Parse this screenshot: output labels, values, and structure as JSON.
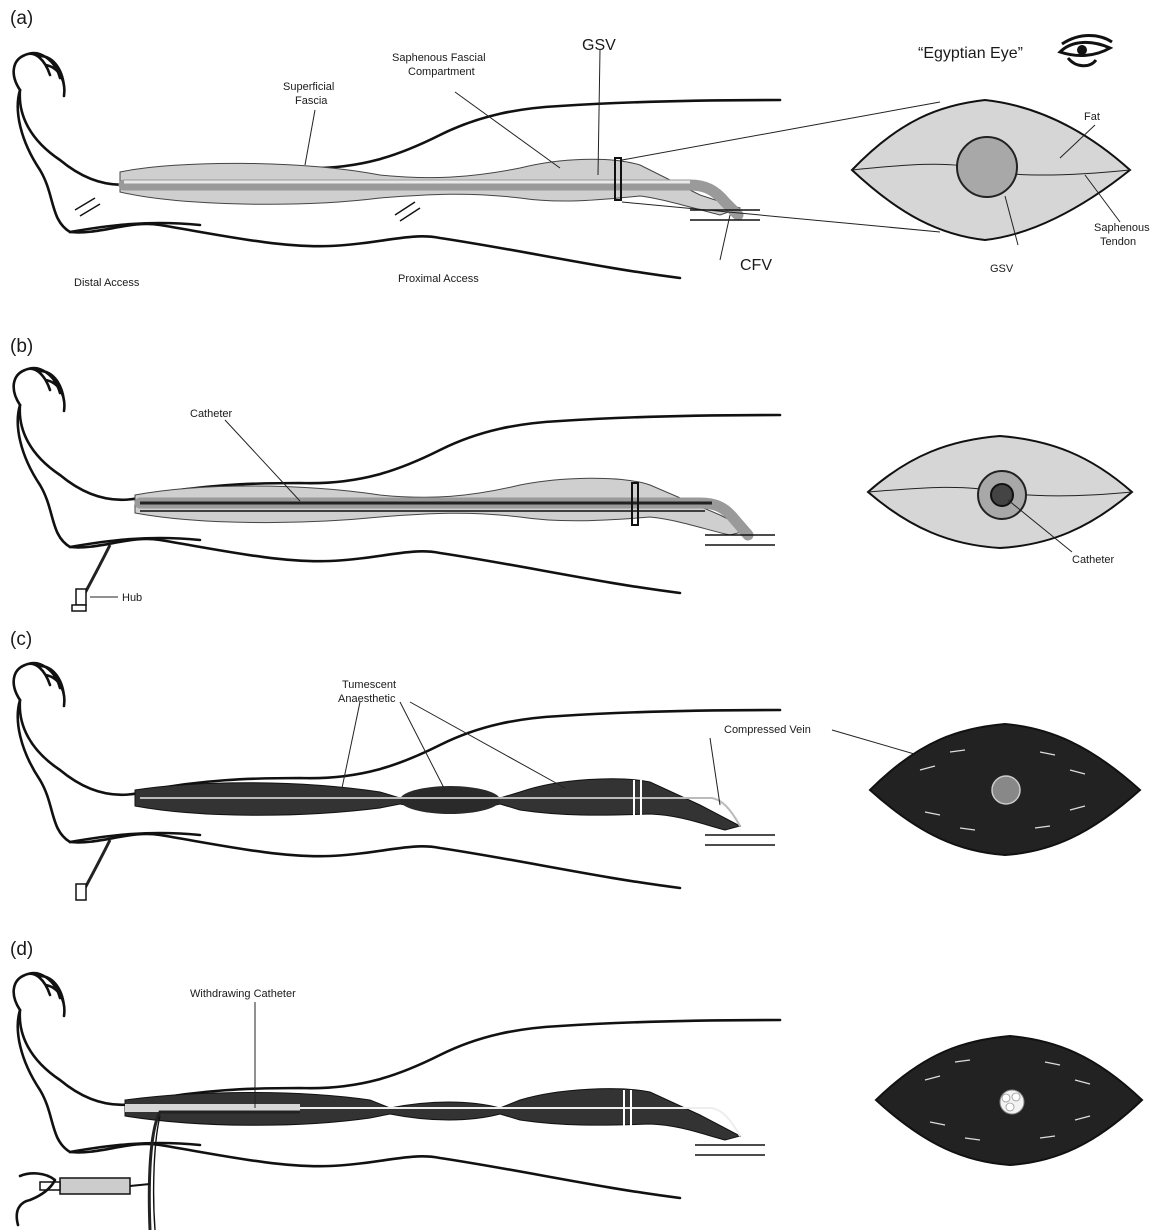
{
  "panels": [
    {
      "id": "a",
      "label": "(a)",
      "labels": {
        "superficial_fascia_1": "Superficial",
        "superficial_fascia_2": "Fascia",
        "saphenous_compartment_1": "Saphenous Fascial",
        "saphenous_compartment_2": "Compartment",
        "gsv": "GSV",
        "cfv": "CFV",
        "distal_access": "Distal Access",
        "proximal_access": "Proximal Access",
        "egyptian_eye": "“Egyptian Eye”",
        "fat": "Fat",
        "saphenous_tendon_1": "Saphenous",
        "saphenous_tendon_2": "Tendon",
        "gsv_cross": "GSV"
      }
    },
    {
      "id": "b",
      "label": "(b)",
      "labels": {
        "catheter": "Catheter",
        "hub": "Hub",
        "catheter_cross": "Catheter"
      }
    },
    {
      "id": "c",
      "label": "(c)",
      "labels": {
        "tumescent_1": "Tumescent",
        "tumescent_2": "Anaesthetic",
        "compressed_vein": "Compressed Vein"
      }
    },
    {
      "id": "d",
      "label": "(d)",
      "labels": {
        "withdrawing_catheter": "Withdrawing Catheter"
      }
    }
  ],
  "colors": {
    "line": "#111111",
    "fascia": "#cfcfcf",
    "vein": "#9a9a9a",
    "tumescent": "#222222"
  }
}
